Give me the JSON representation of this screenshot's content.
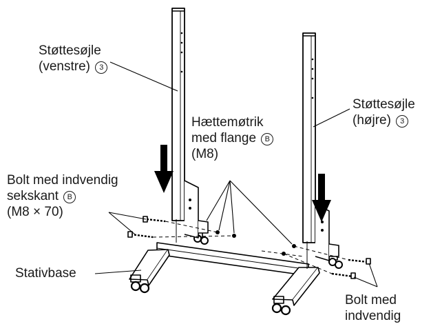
{
  "labels": {
    "left_column": {
      "line1": "Støttesøjle",
      "line2": "(venstre)",
      "number": "3"
    },
    "right_column": {
      "line1": "Støttesøjle",
      "line2": "(højre)",
      "number": "3"
    },
    "cap_nut": {
      "line1": "Hættemøtrik",
      "line2": "med flange",
      "letter": "B",
      "line3": "(M8)"
    },
    "hex_bolt_left": {
      "line1": "Bolt med indvendig",
      "line2": "sekskant",
      "letter": "B",
      "line3": "(M8 × 70)"
    },
    "base": {
      "text": "Stativbase"
    },
    "hex_bolt_right": {
      "line1": "Bolt med",
      "line2": "indvendig"
    }
  }
}
